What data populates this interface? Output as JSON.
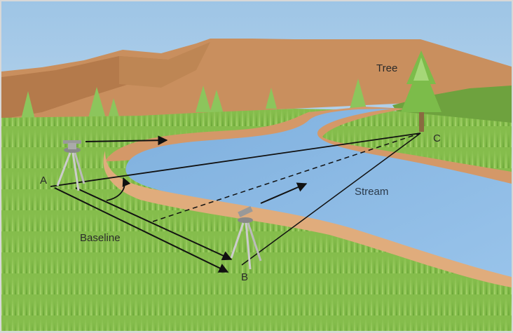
{
  "figure": {
    "description": "Surveying a stream width by triangulation",
    "labels": {
      "point_a": "A",
      "point_b": "B",
      "point_c": "C",
      "baseline": "Baseline",
      "stream": "Stream",
      "tree": "Tree"
    },
    "colors": {
      "sky_top": "#9fc6e6",
      "sky_bottom": "#cfe2f1",
      "hills": "#c98f5e",
      "hills_shadow": "#b47a4b",
      "grass": "#86bf4e",
      "grass_dark": "#5f9e35",
      "stream": "#8ab8e2",
      "bank": "#d9a173",
      "line": "#1a1a1a"
    }
  }
}
